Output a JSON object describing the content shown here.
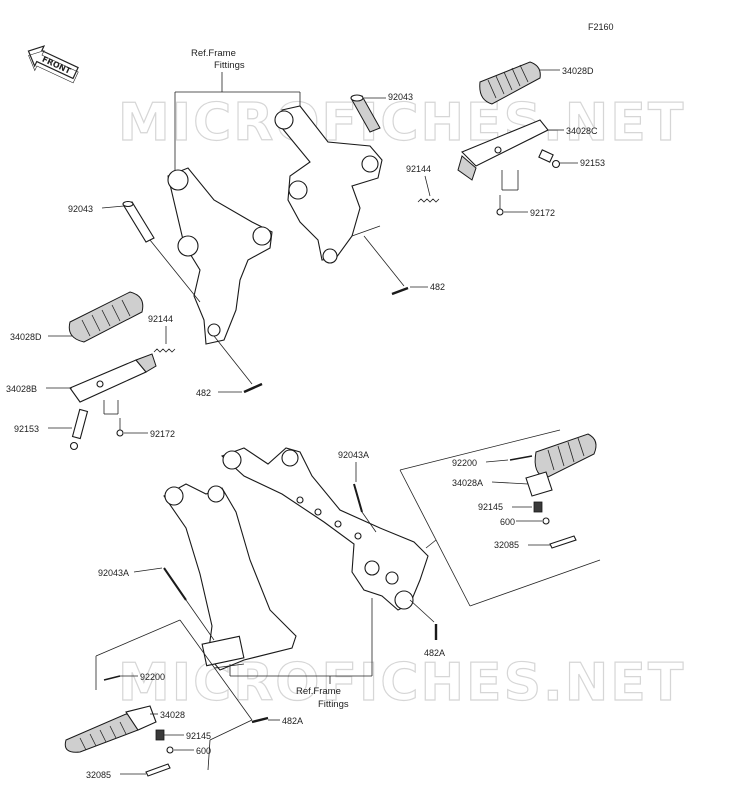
{
  "diagram": {
    "code": "F2160",
    "front_label": "FRONT",
    "watermark": "MICROFICHES.NET",
    "ref_top": [
      "Ref.Frame",
      "Fittings"
    ],
    "ref_bottom": [
      "Ref.Frame",
      "Fittings"
    ],
    "parts": {
      "p92043_top": "92043",
      "p34028D_right": "34028D",
      "p34028C": "34028C",
      "p92153_right": "92153",
      "p92144_right": "92144",
      "p92172_right": "92172",
      "p482_right": "482",
      "p92043_left": "92043",
      "p92144_left": "92144",
      "p34028D_left": "34028D",
      "p34028B": "34028B",
      "p482_left": "482",
      "p92153_left": "92153",
      "p92172_left": "92172",
      "p92043A_top": "92043A",
      "p92200_right": "92200",
      "p34028A": "34028A",
      "p92145_right": "92145",
      "p600_right": "600",
      "p32085_right": "32085",
      "p92043A_left": "92043A",
      "p482A_right": "482A",
      "p92200_left": "92200",
      "p34028": "34028",
      "p482A_left": "482A",
      "p92145_left": "92145",
      "p600_left": "600",
      "p32085_left": "32085"
    }
  }
}
